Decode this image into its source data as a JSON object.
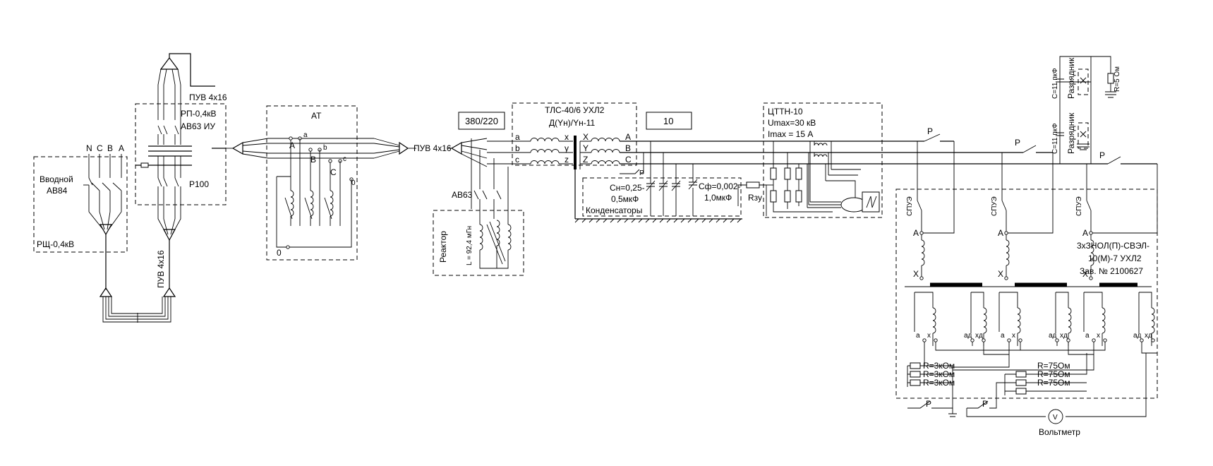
{
  "incoming": {
    "box_label": "Вводной\nАВ84",
    "panel_label": "РЩ-0,4кВ",
    "phases": [
      "N",
      "C",
      "B",
      "A"
    ]
  },
  "rp": {
    "label1": "РП-0,4кВ",
    "label2": "АВ63 ИУ",
    "label3": "Р100"
  },
  "cables": {
    "top": "ПУВ 4х16",
    "vertical": "ПУВ 4х16",
    "middle": "ПУВ 4х16"
  },
  "autotransformer": {
    "label": "АТ",
    "terms_lower": [
      "a",
      "b",
      "c",
      "0"
    ],
    "terms_upper": [
      "A",
      "B",
      "C"
    ],
    "neutral": "0"
  },
  "voltage_box": "380/220",
  "reactor": {
    "breaker": "АВ63",
    "label": "Реактор",
    "value": "L = 92,4 мГн"
  },
  "tls": {
    "name": "ТЛС-40/6 УХЛ2",
    "scheme": "Д(Yн)/Yн-11",
    "left_terms": [
      "a",
      "b",
      "c"
    ],
    "mid_terms": [
      "x",
      "y",
      "z"
    ],
    "right_terms_in": [
      "X",
      "Y",
      "Z"
    ],
    "right_terms_out": [
      "A",
      "B",
      "C"
    ]
  },
  "kv_box": "10",
  "capacitors": {
    "cn": "Cн=0,25-",
    "cn2": "0,5мкФ",
    "cf": "Cф=0,002-",
    "cf2": "1,0мкФ",
    "label": "Конденсаторы",
    "relay": "Р"
  },
  "rzu": "Rзу",
  "cttn": {
    "name": "ЦТТН-10",
    "umax": "Umax=30 кВ",
    "imax": "Imax = 15 А"
  },
  "relays": [
    "Р",
    "Р",
    "Р",
    "Р",
    "Р"
  ],
  "arresters": {
    "c_top": "С=11 пкФ",
    "c_bottom": "С=11 пкФ",
    "label": "Разрядник",
    "r": "R=5 Ом"
  },
  "spue": [
    "СПУЭ",
    "СПУЭ",
    "СПУЭ"
  ],
  "vt": {
    "name1": "3хЗНОЛ(П)-СВЭЛ-",
    "name2": "10(М)-7 УХЛ2",
    "serial": "Зав. № 2100627",
    "hv_a": [
      "A",
      "A",
      "A"
    ],
    "hv_x": [
      "X",
      "X",
      "X"
    ],
    "lv_labels": [
      "a",
      "x",
      "aд",
      "xд"
    ]
  },
  "resistors_left": [
    "R=3кОм",
    "R=3кОм",
    "R=3кОм"
  ],
  "resistors_right": [
    "R=75Ом",
    "R=75Ом",
    "R=75Ом"
  ],
  "voltmeter": {
    "symbol": "V",
    "label": "Вольтметр"
  }
}
